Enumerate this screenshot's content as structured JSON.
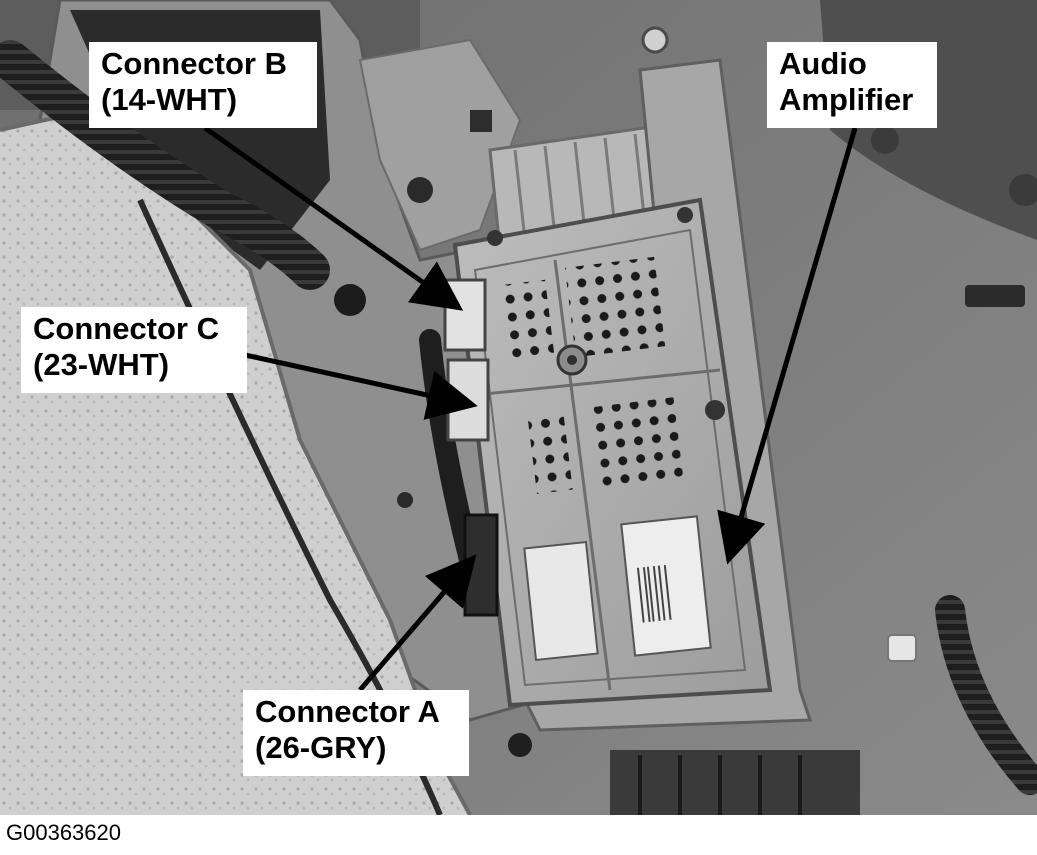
{
  "callouts": {
    "connector_b": {
      "line1": "Connector B",
      "line2": "(14-WHT)"
    },
    "connector_c": {
      "line1": "Connector C",
      "line2": "(23-WHT)"
    },
    "connector_a": {
      "line1": "Connector A",
      "line2": "(26-GRY)"
    },
    "audio_amplifier": {
      "line1": "Audio",
      "line2": "Amplifier"
    }
  },
  "image_code": "G00363620",
  "colors": {
    "label_background": "#ffffff",
    "label_text": "#000000",
    "arrow": "#000000"
  }
}
